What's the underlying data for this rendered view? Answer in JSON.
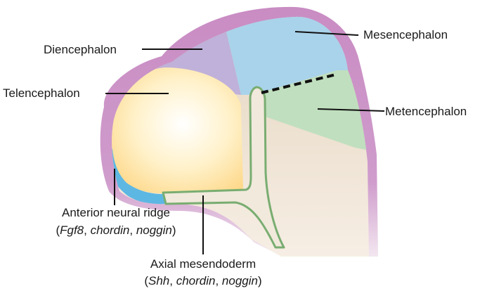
{
  "labels": {
    "diencephalon": "Diencephalon",
    "mesencephalon": "Mesencephalon",
    "telencephalon": "Telencephalon",
    "metencephalon": "Metencephalon",
    "anr": {
      "title": "Anterior neural ridge",
      "genes": {
        "g1": "Fgf8",
        "g2": "chordin",
        "g3": "noggin"
      }
    },
    "axial": {
      "title": "Axial mesendoderm",
      "genes": {
        "g1": "Shh",
        "g2": "chordin",
        "g3": "noggin"
      }
    }
  },
  "colors": {
    "outer_tissue": "#c98cc3",
    "diencephalon": "#bfb1d9",
    "mesencephalon": "#a9d3ea",
    "telencephalon": "#fdd98c",
    "metencephalon": "#c0dfbe",
    "hindbrain_base": "#e4d4bd",
    "anterior_neural_ridge": "#5db7e3",
    "axial_mesendoderm_outline": "#79ad71",
    "axial_mesendoderm_fill": "#f1e9dc",
    "leader_lines": "#111111"
  }
}
